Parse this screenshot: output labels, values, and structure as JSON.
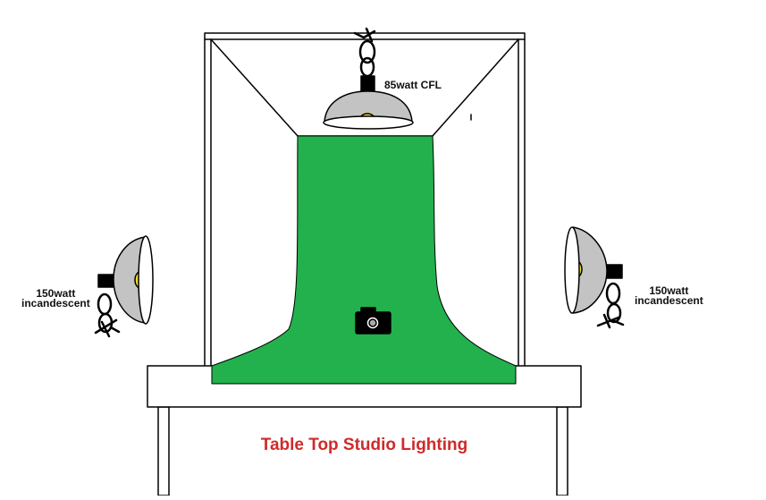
{
  "diagram": {
    "caption": "Table Top Studio Lighting",
    "lights": {
      "top": {
        "line1": "85watt CFL"
      },
      "left": {
        "line1": "150watt",
        "line2": "incandescent"
      },
      "right": {
        "line1": "150watt",
        "line2": "incandescent"
      }
    }
  },
  "colors": {
    "backdrop": "#23b14d",
    "bulb": "#f7e11a",
    "shade": "#c3c3c3",
    "caption": "#d02a2a",
    "ink": "#000000"
  }
}
